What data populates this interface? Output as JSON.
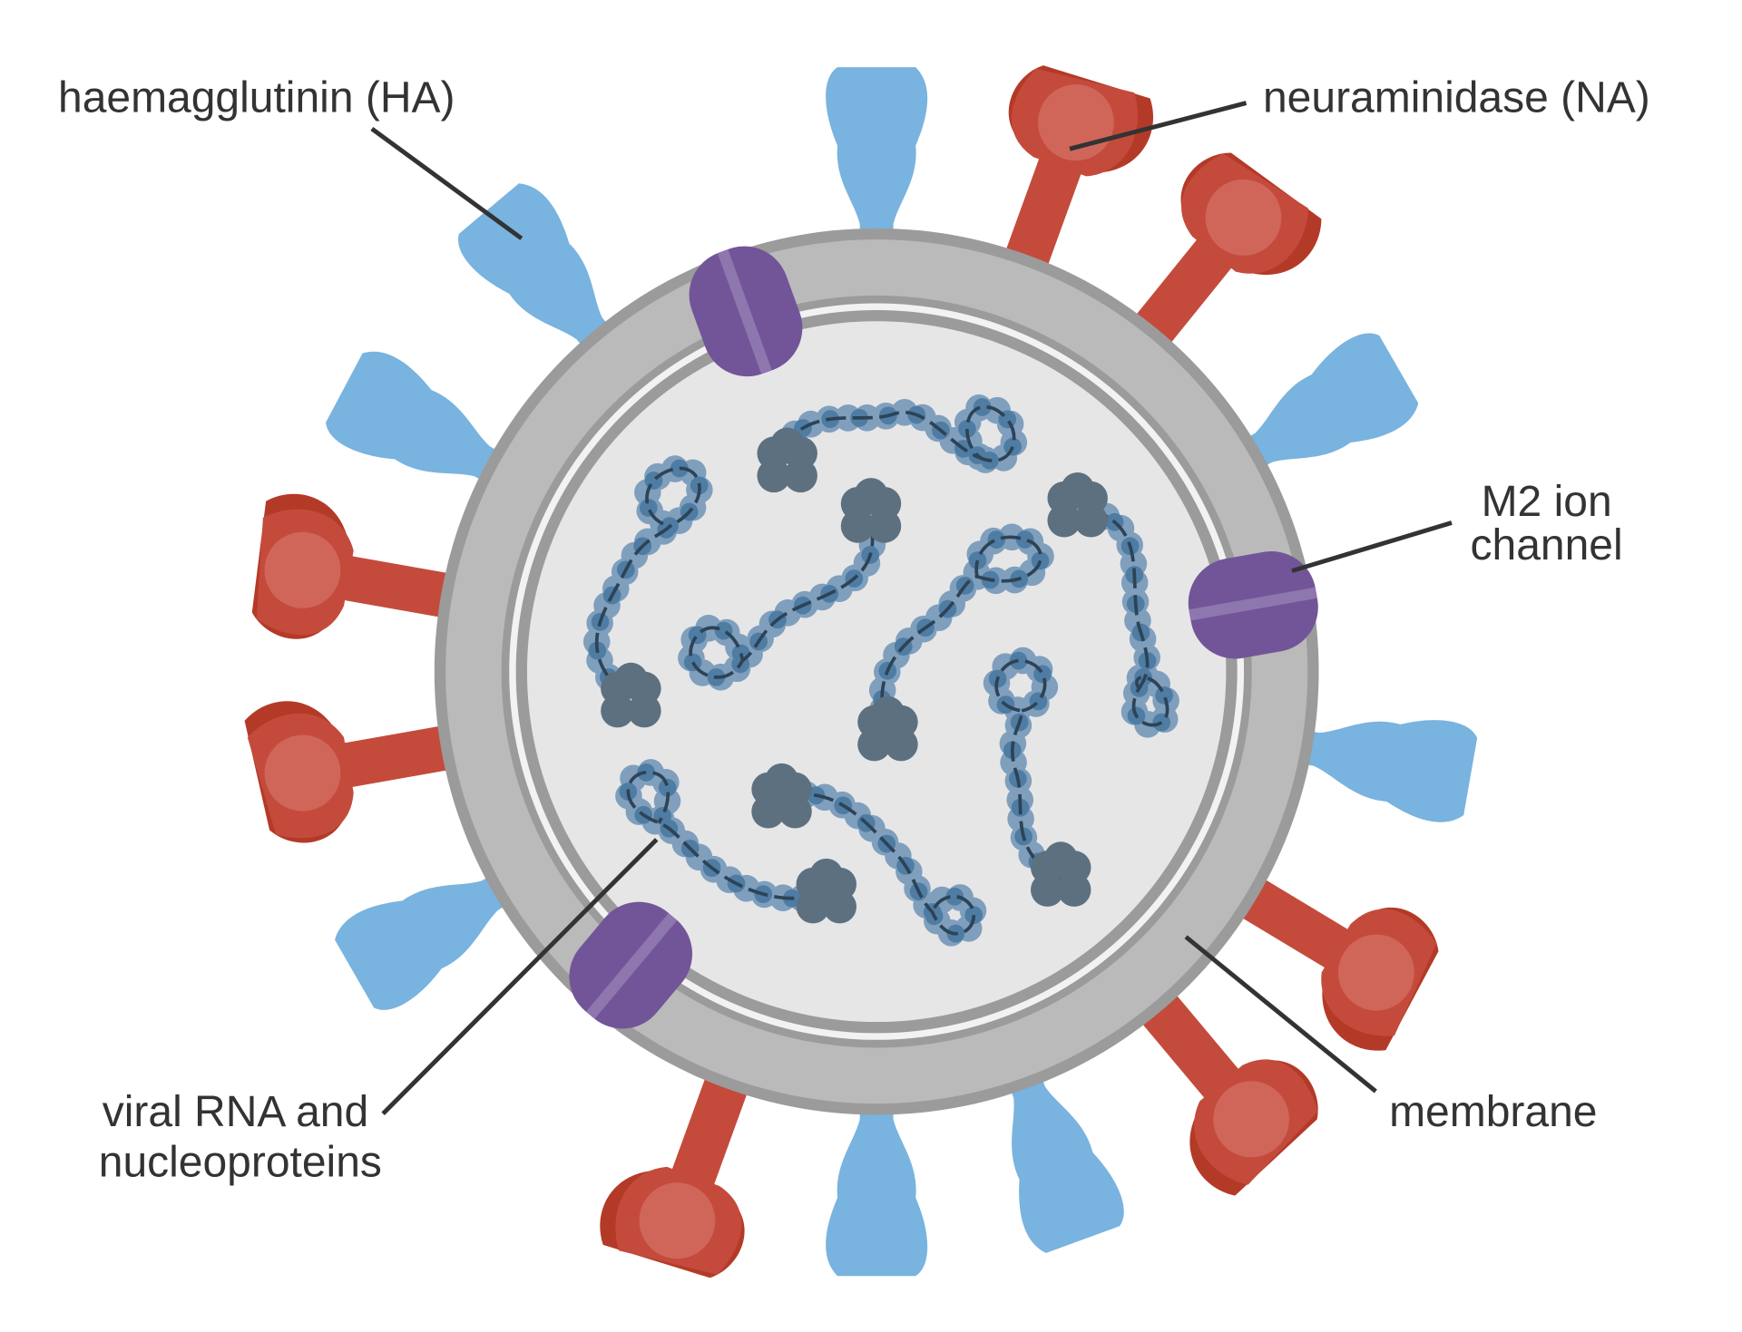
{
  "labels": {
    "ha": "haemagglutinin (HA)",
    "na": "neuraminidase (NA)",
    "m2_line1": "M2 ion",
    "m2_line2": "channel",
    "rna_line1": "viral RNA and",
    "rna_line2": "nucleoproteins",
    "membrane": "membrane"
  },
  "colors": {
    "haemagglutinin": "#79b3df",
    "neuraminidase": "#c44b3c",
    "neuraminidase_dark": "#b43a28",
    "m2_channel": "#725598",
    "membrane_outer": "#9b9b9b",
    "membrane_fill": "#bababa",
    "interior": "#e6e6e7",
    "nucleoprotein_light": "#7f9fbd",
    "nucleoprotein_mid": "#4f7ca3",
    "rna_strand": "#2d4356",
    "polymerase": "#5c7080",
    "text": "#333333"
  }
}
